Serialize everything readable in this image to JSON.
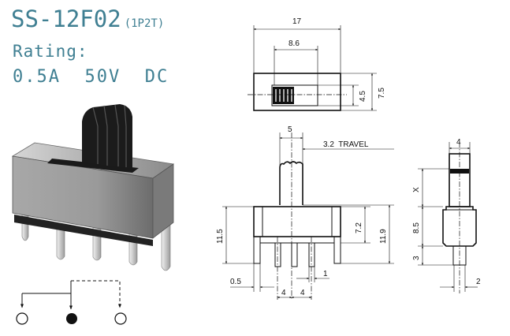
{
  "header": {
    "model": "SS-12F02",
    "pole_throw": "(1P2T)",
    "rating_label": "Rating:",
    "rating_value": "0.5A  50V  DC"
  },
  "drawing": {
    "top_view": {
      "overall_width": "17",
      "slot_width": "8.6",
      "slot_depth": "4.5",
      "body_depth": "7.5"
    },
    "front_view": {
      "knob_width": "5",
      "travel": "3.2  TRAVEL",
      "overall_height": "11.5",
      "body_height": "7.2",
      "height_to_knob": "11.9",
      "pin_offset": "0.5",
      "pitch_left": "4",
      "pitch_right": "4",
      "pin_width": "1"
    },
    "side_view": {
      "knob_depth": "4",
      "knob_height": "X",
      "body_to_knob": "8.5",
      "pin_length": "3",
      "pin_thickness": "2"
    }
  },
  "colors": {
    "title": "#3f7f92",
    "line": "#111111"
  }
}
